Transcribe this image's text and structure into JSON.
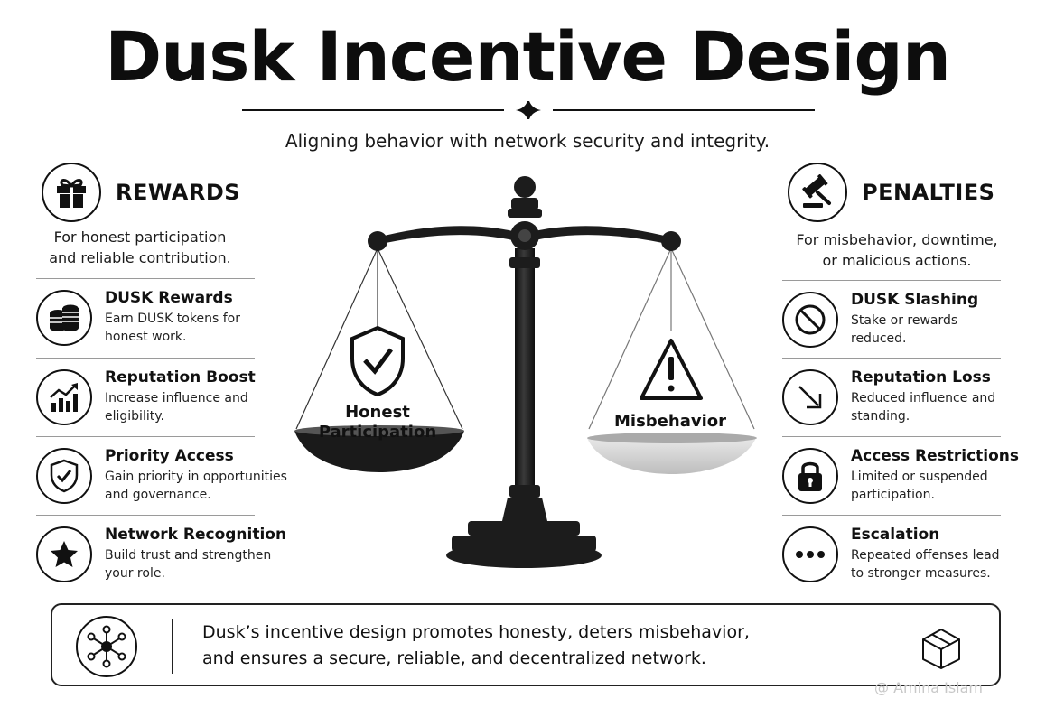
{
  "title": "Dusk Incentive Design",
  "subtitle": "Aligning behavior with network security and integrity.",
  "rewards": {
    "heading": "REWARDS",
    "icon": "gift-icon",
    "description_lines": [
      "For honest participation",
      "and reliable contribution."
    ],
    "items": [
      {
        "title": "DUSK Rewards",
        "desc": [
          "Earn DUSK tokens for",
          "honest work."
        ],
        "icon": "coins-icon"
      },
      {
        "title": "Reputation Boost",
        "desc": [
          "Increase influence and",
          "eligibility."
        ],
        "icon": "chart-up-icon"
      },
      {
        "title": "Priority Access",
        "desc": [
          "Gain priority in opportunities",
          "and governance."
        ],
        "icon": "shield-check-icon"
      },
      {
        "title": "Network Recognition",
        "desc": [
          "Build trust and strengthen",
          "your role."
        ],
        "icon": "star-icon"
      }
    ]
  },
  "penalties": {
    "heading": "PENALTIES",
    "icon": "gavel-icon",
    "description_lines": [
      "For misbehavior, downtime,",
      "or malicious actions."
    ],
    "items": [
      {
        "title": "DUSK Slashing",
        "desc": [
          "Stake or rewards",
          "reduced."
        ],
        "icon": "prohibited-icon"
      },
      {
        "title": "Reputation Loss",
        "desc": [
          "Reduced influence and",
          "standing."
        ],
        "icon": "arrow-down-right-icon"
      },
      {
        "title": "Access Restrictions",
        "desc": [
          "Limited or suspended",
          "participation."
        ],
        "icon": "lock-icon"
      },
      {
        "title": "Escalation",
        "desc": [
          "Repeated offenses lead",
          "to stronger measures."
        ],
        "icon": "ellipsis-icon"
      }
    ]
  },
  "scale": {
    "left_pan_label_lines": [
      "Honest",
      "Participation"
    ],
    "right_pan_label": "Misbehavior",
    "left_icon": "shield-check-icon",
    "right_icon": "warning-icon"
  },
  "footer": {
    "lines": [
      "Dusk’s incentive design promotes honesty, deters misbehavior,",
      "and ensures a secure, reliable, and decentralized network."
    ],
    "left_icon": "network-icon",
    "right_icon": "cube-icon"
  },
  "watermark": "@ Amina Islam",
  "colors": {
    "ink": "#111111",
    "scale_metal": "#1c1c1c",
    "right_pan": "#d9d9d9",
    "divider": "#9a9a9a"
  }
}
